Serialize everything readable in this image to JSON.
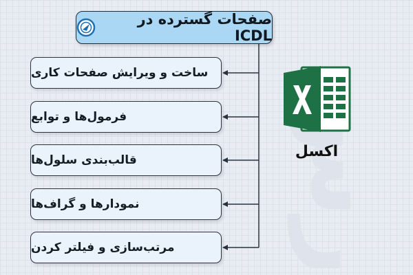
{
  "diagram": {
    "title": "صفحات گسترده در ICDL",
    "items": [
      {
        "label": "ساخت و ویرایش صفحات کاری"
      },
      {
        "label": "فرمول‌ها و توابع"
      },
      {
        "label": "قالب‌بندی سلول‌ها"
      },
      {
        "label": "نمودارها و گراف‌ها"
      },
      {
        "label": "مرتب‌سازی و فیلتر کردن"
      }
    ],
    "app_label": "اکسل",
    "app_icon": "excel-icon",
    "watermark": "فرادرس",
    "colors": {
      "title_fill": "#a9d7f4",
      "item_fill": "#eaf3fc",
      "excel_green": "#1e7145"
    }
  }
}
